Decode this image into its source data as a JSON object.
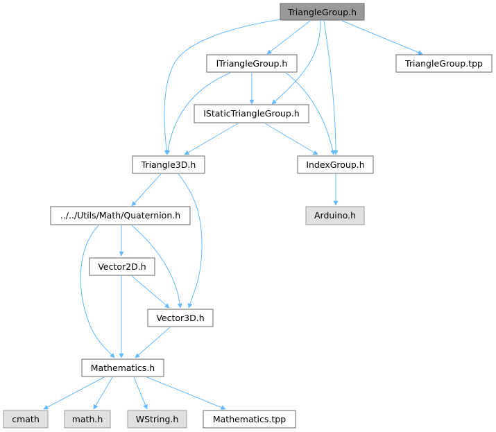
{
  "graph": {
    "colors": {
      "edge": "#63b8ff",
      "root_fill": "#999999",
      "root_border": "#666666",
      "normal_fill": "#ffffff",
      "normal_border": "#666666",
      "external_fill": "#e0e0e0",
      "external_border": "#999999"
    },
    "nodes": [
      {
        "id": "trianglegroup-h",
        "label": "TriangleGroup.h",
        "kind": "root"
      },
      {
        "id": "itrianglegroup-h",
        "label": "ITriangleGroup.h",
        "kind": "normal"
      },
      {
        "id": "trianglegroup-tpp",
        "label": "TriangleGroup.tpp",
        "kind": "normal"
      },
      {
        "id": "istatictrianglegroup-h",
        "label": "IStaticTriangleGroup.h",
        "kind": "normal"
      },
      {
        "id": "triangle3d-h",
        "label": "Triangle3D.h",
        "kind": "normal"
      },
      {
        "id": "indexgroup-h",
        "label": "IndexGroup.h",
        "kind": "normal"
      },
      {
        "id": "quaternion-h",
        "label": "../../Utils/Math/Quaternion.h",
        "kind": "normal"
      },
      {
        "id": "arduino-h",
        "label": "Arduino.h",
        "kind": "external"
      },
      {
        "id": "vector2d-h",
        "label": "Vector2D.h",
        "kind": "normal"
      },
      {
        "id": "vector3d-h",
        "label": "Vector3D.h",
        "kind": "normal"
      },
      {
        "id": "mathematics-h",
        "label": "Mathematics.h",
        "kind": "normal"
      },
      {
        "id": "cmath",
        "label": "cmath",
        "kind": "external"
      },
      {
        "id": "math-h",
        "label": "math.h",
        "kind": "external"
      },
      {
        "id": "wstring-h",
        "label": "WString.h",
        "kind": "external"
      },
      {
        "id": "mathematics-tpp",
        "label": "Mathematics.tpp",
        "kind": "normal"
      }
    ],
    "edges": [
      {
        "from": "trianglegroup-h",
        "to": "itrianglegroup-h"
      },
      {
        "from": "trianglegroup-h",
        "to": "trianglegroup-tpp"
      },
      {
        "from": "trianglegroup-h",
        "to": "istatictrianglegroup-h"
      },
      {
        "from": "trianglegroup-h",
        "to": "triangle3d-h"
      },
      {
        "from": "trianglegroup-h",
        "to": "indexgroup-h"
      },
      {
        "from": "itrianglegroup-h",
        "to": "istatictrianglegroup-h"
      },
      {
        "from": "itrianglegroup-h",
        "to": "triangle3d-h"
      },
      {
        "from": "itrianglegroup-h",
        "to": "indexgroup-h"
      },
      {
        "from": "istatictrianglegroup-h",
        "to": "triangle3d-h"
      },
      {
        "from": "istatictrianglegroup-h",
        "to": "indexgroup-h"
      },
      {
        "from": "indexgroup-h",
        "to": "arduino-h"
      },
      {
        "from": "triangle3d-h",
        "to": "quaternion-h"
      },
      {
        "from": "triangle3d-h",
        "to": "vector3d-h"
      },
      {
        "from": "quaternion-h",
        "to": "vector2d-h"
      },
      {
        "from": "quaternion-h",
        "to": "vector3d-h"
      },
      {
        "from": "quaternion-h",
        "to": "mathematics-h"
      },
      {
        "from": "vector2d-h",
        "to": "vector3d-h"
      },
      {
        "from": "vector2d-h",
        "to": "mathematics-h"
      },
      {
        "from": "vector3d-h",
        "to": "mathematics-h"
      },
      {
        "from": "mathematics-h",
        "to": "cmath"
      },
      {
        "from": "mathematics-h",
        "to": "math-h"
      },
      {
        "from": "mathematics-h",
        "to": "wstring-h"
      },
      {
        "from": "mathematics-h",
        "to": "mathematics-tpp"
      }
    ]
  }
}
